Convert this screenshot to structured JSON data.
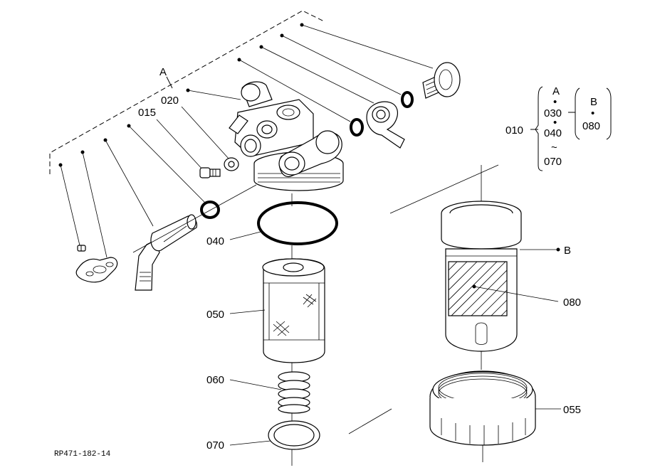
{
  "drawing_code": "RP471-182-14",
  "callouts": {
    "a_group": "A",
    "p020": "020",
    "p015": "015",
    "p040": "040",
    "p050": "050",
    "p060": "060",
    "p070": "070",
    "p080": "080",
    "p055": "055",
    "b_ref": "B"
  },
  "legend": {
    "assembly": "010",
    "a_header": "A",
    "a_items": [
      "030",
      "040",
      "070"
    ],
    "a_dot": "•",
    "a_tilde": "~",
    "b_header": "B",
    "b_dot": "•",
    "b_items": [
      "080"
    ]
  }
}
